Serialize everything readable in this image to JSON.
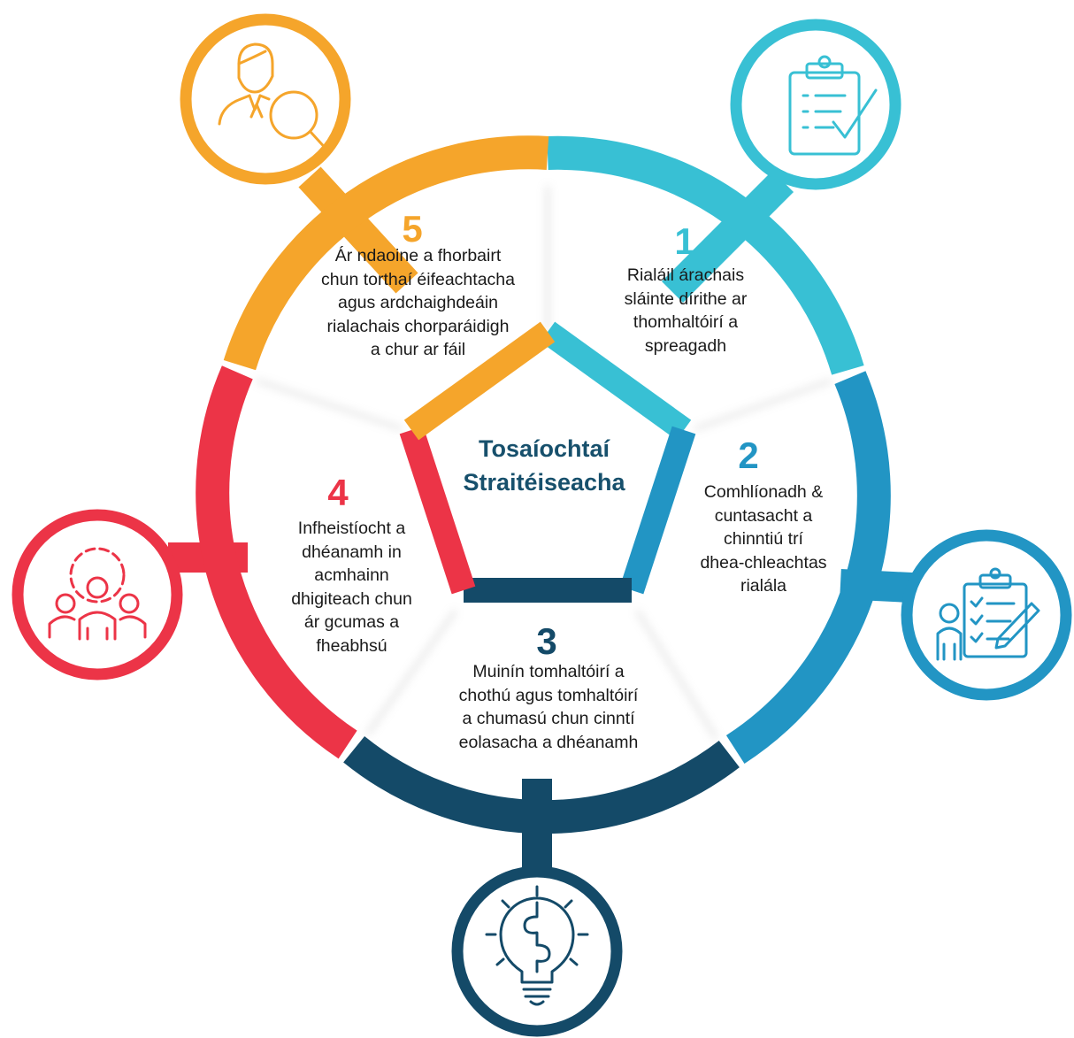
{
  "colors": {
    "teal": "#38c0d4",
    "blue": "#2295c4",
    "navy": "#144a68",
    "red": "#ec3447",
    "orange": "#f5a52b",
    "title": "#17506c"
  },
  "center": {
    "line1": "Tosaíochtaí",
    "line2": "Straitéiseacha"
  },
  "segments": [
    {
      "number": "1",
      "color": "#38c0d4",
      "icon": "clipboard-check-icon",
      "lines": [
        "Rialáil árachais",
        "sláinte dírithe ar",
        "thomhaltóirí a",
        "spreagadh"
      ]
    },
    {
      "number": "2",
      "color": "#2295c4",
      "icon": "person-checklist-pencil-icon",
      "lines": [
        "Comhlíonadh &",
        "cuntasacht a",
        "chinntiú trí",
        "dhea-chleachtas",
        "rialála"
      ]
    },
    {
      "number": "3",
      "color": "#144a68",
      "icon": "lightbulb-puzzle-icon",
      "lines": [
        "Muinín tomhaltóirí a",
        "chothú agus tomhaltóirí",
        "a chumasú chun cinntí",
        "eolasacha a dhéanamh"
      ]
    },
    {
      "number": "4",
      "color": "#ec3447",
      "icon": "team-gear-icon",
      "lines": [
        "Infheistíocht a",
        "dhéanamh in",
        "acmhainn",
        "dhigiteach chun",
        "ár gcumas a",
        "fheabhsú"
      ]
    },
    {
      "number": "5",
      "color": "#f5a52b",
      "icon": "person-magnifier-icon",
      "lines": [
        "Ár ndaoine a fhorbairt",
        "chun torthaí éifeachtacha",
        "agus ardchaighdeáin",
        "rialachais chorparáidigh",
        "a chur ar fáil"
      ]
    }
  ]
}
